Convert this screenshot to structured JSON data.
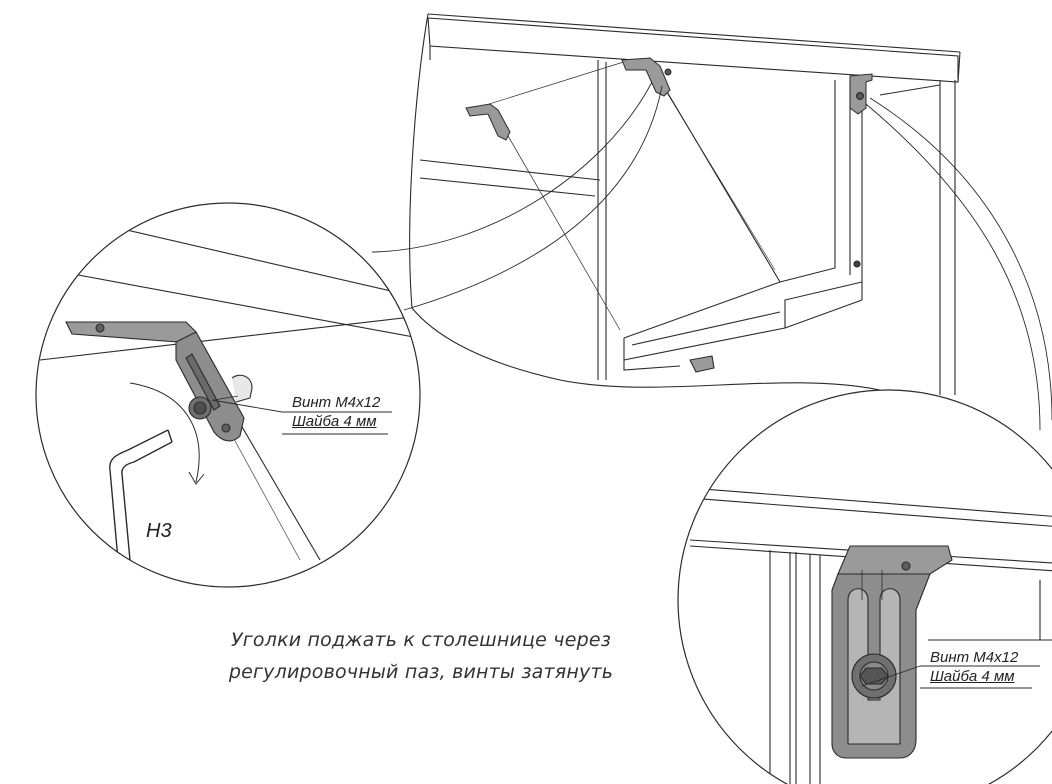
{
  "caption": {
    "line1": "Уголки поджать к столешнице через",
    "line2": "регулировочный паз, винты затянуть"
  },
  "callout_left": {
    "screw": "Винт М4х12",
    "washer": "Шайба 4 мм"
  },
  "callout_right": {
    "screw": "Винт М4х12",
    "washer": "Шайба 4 мм"
  },
  "tool_label": "Н3",
  "colors": {
    "line": "#2b2b2b",
    "part_fill": "#8d8d8d",
    "part_dark": "#5e5e5e",
    "text": "#333333"
  }
}
